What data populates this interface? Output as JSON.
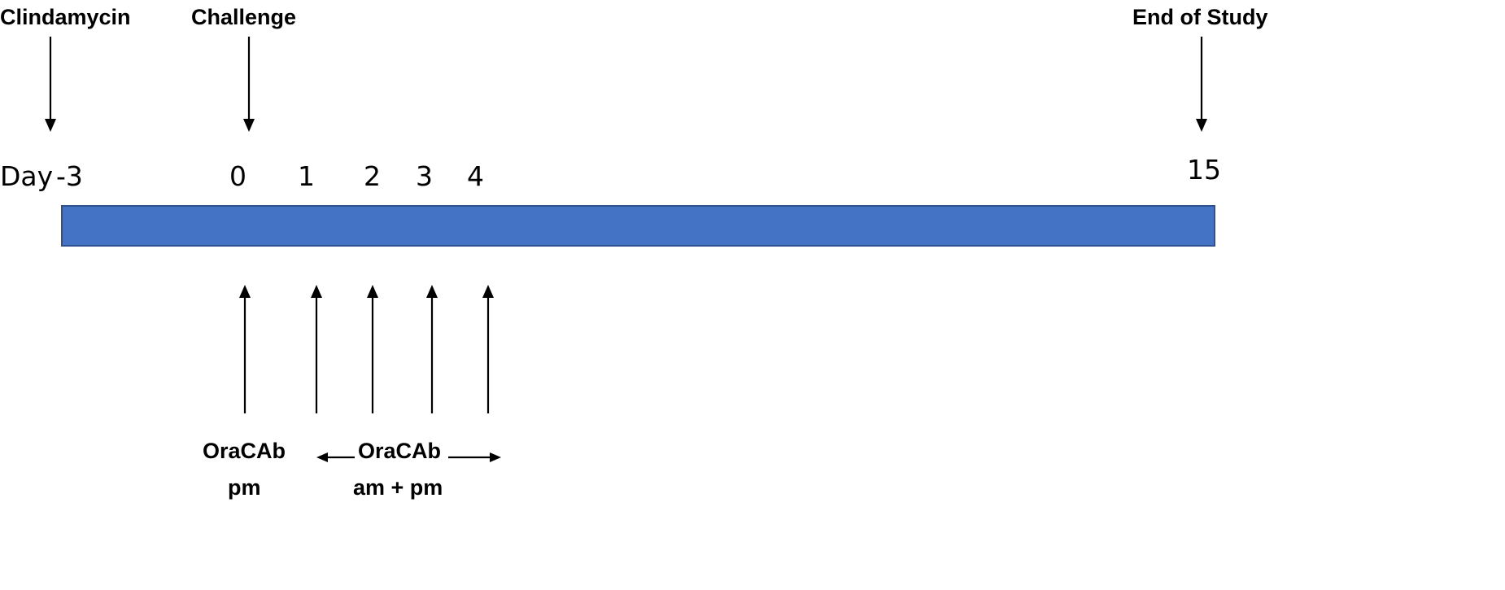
{
  "events": {
    "clindamycin": "Clindamycin",
    "challenge": "Challenge",
    "end_of_study": "End of Study"
  },
  "days": {
    "prefix": "Day",
    "values": [
      "-3",
      "0",
      "1",
      "2",
      "3",
      "4",
      "15"
    ]
  },
  "doses": {
    "first": {
      "line1": "OraCAb",
      "line2": "pm"
    },
    "subsequent": {
      "line1": "OraCAb",
      "line2": "am + pm"
    }
  },
  "colors": {
    "timeline_bar": "#4472C4",
    "timeline_border": "#2F528F",
    "text": "#000000"
  }
}
